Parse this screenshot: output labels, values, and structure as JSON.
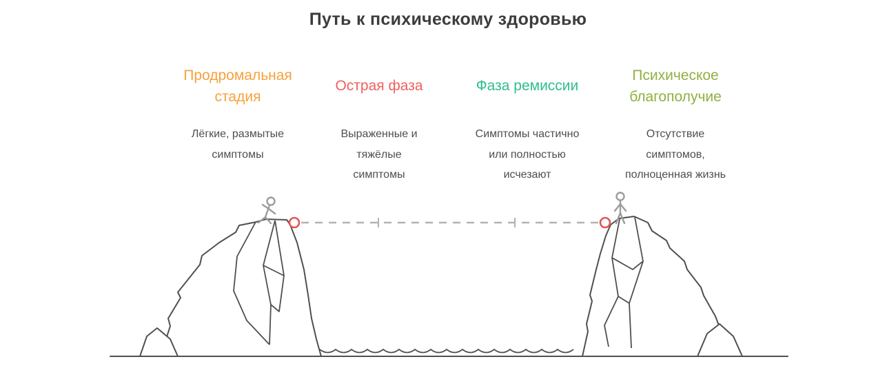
{
  "title": "Путь к психическому здоровью",
  "stages": [
    {
      "label": "Продромальная\nстадия",
      "description": "Лёгкие, размытые\nсимптомы",
      "color": "#f6a13c"
    },
    {
      "label": "Острая фаза",
      "description": "Выраженные и\nтяжёлые\nсимптомы",
      "color": "#f15f5f"
    },
    {
      "label": "Фаза ремиссии",
      "description": "Симптомы частично\nили полностью\nисчезают",
      "color": "#2ebd8d"
    },
    {
      "label": "Психическое\nблагополучие",
      "description": "Отсутствие\nсимптомов,\nполноценная жизнь",
      "color": "#8fb040"
    }
  ],
  "colors": {
    "title_text": "#3d3d3d",
    "body_text": "#4e4e4e",
    "outline": "#4f4f4f",
    "rope": "#b2b2b2",
    "anchor_ring": "#e25757",
    "figure": "#9c9c9c"
  }
}
